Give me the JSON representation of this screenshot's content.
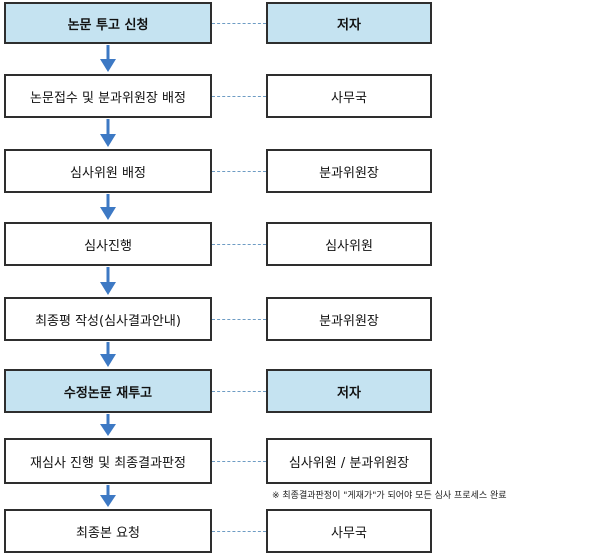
{
  "steps": [
    {
      "label": "논문 투고 신청",
      "role": "저자",
      "highlight": true
    },
    {
      "label": "논문접수 및 분과위원장 배정",
      "role": "사무국",
      "highlight": false
    },
    {
      "label": "심사위원 배정",
      "role": "분과위원장",
      "highlight": false
    },
    {
      "label": "심사진행",
      "role": "심사위원",
      "highlight": false
    },
    {
      "label": "최종평 작성(심사결과안내)",
      "role": "분과위원장",
      "highlight": false
    },
    {
      "label": "수정논문 재투고",
      "role": "저자",
      "highlight": true
    },
    {
      "label": "재심사 진행 및 최종결과판정",
      "role": "심사위원 / 분과위원장",
      "highlight": false
    },
    {
      "label": "최종본 요청",
      "role": "사무국",
      "highlight": false
    }
  ],
  "note": "※ 최종결과판정이 \"게재가\"가 되어야 모든 심사 프로세스 완료",
  "colors": {
    "highlight_fill": "#c5e3f1",
    "arrow": "#3d79c4",
    "dash": "#6e9cc4",
    "border": "#2e2e2e"
  }
}
